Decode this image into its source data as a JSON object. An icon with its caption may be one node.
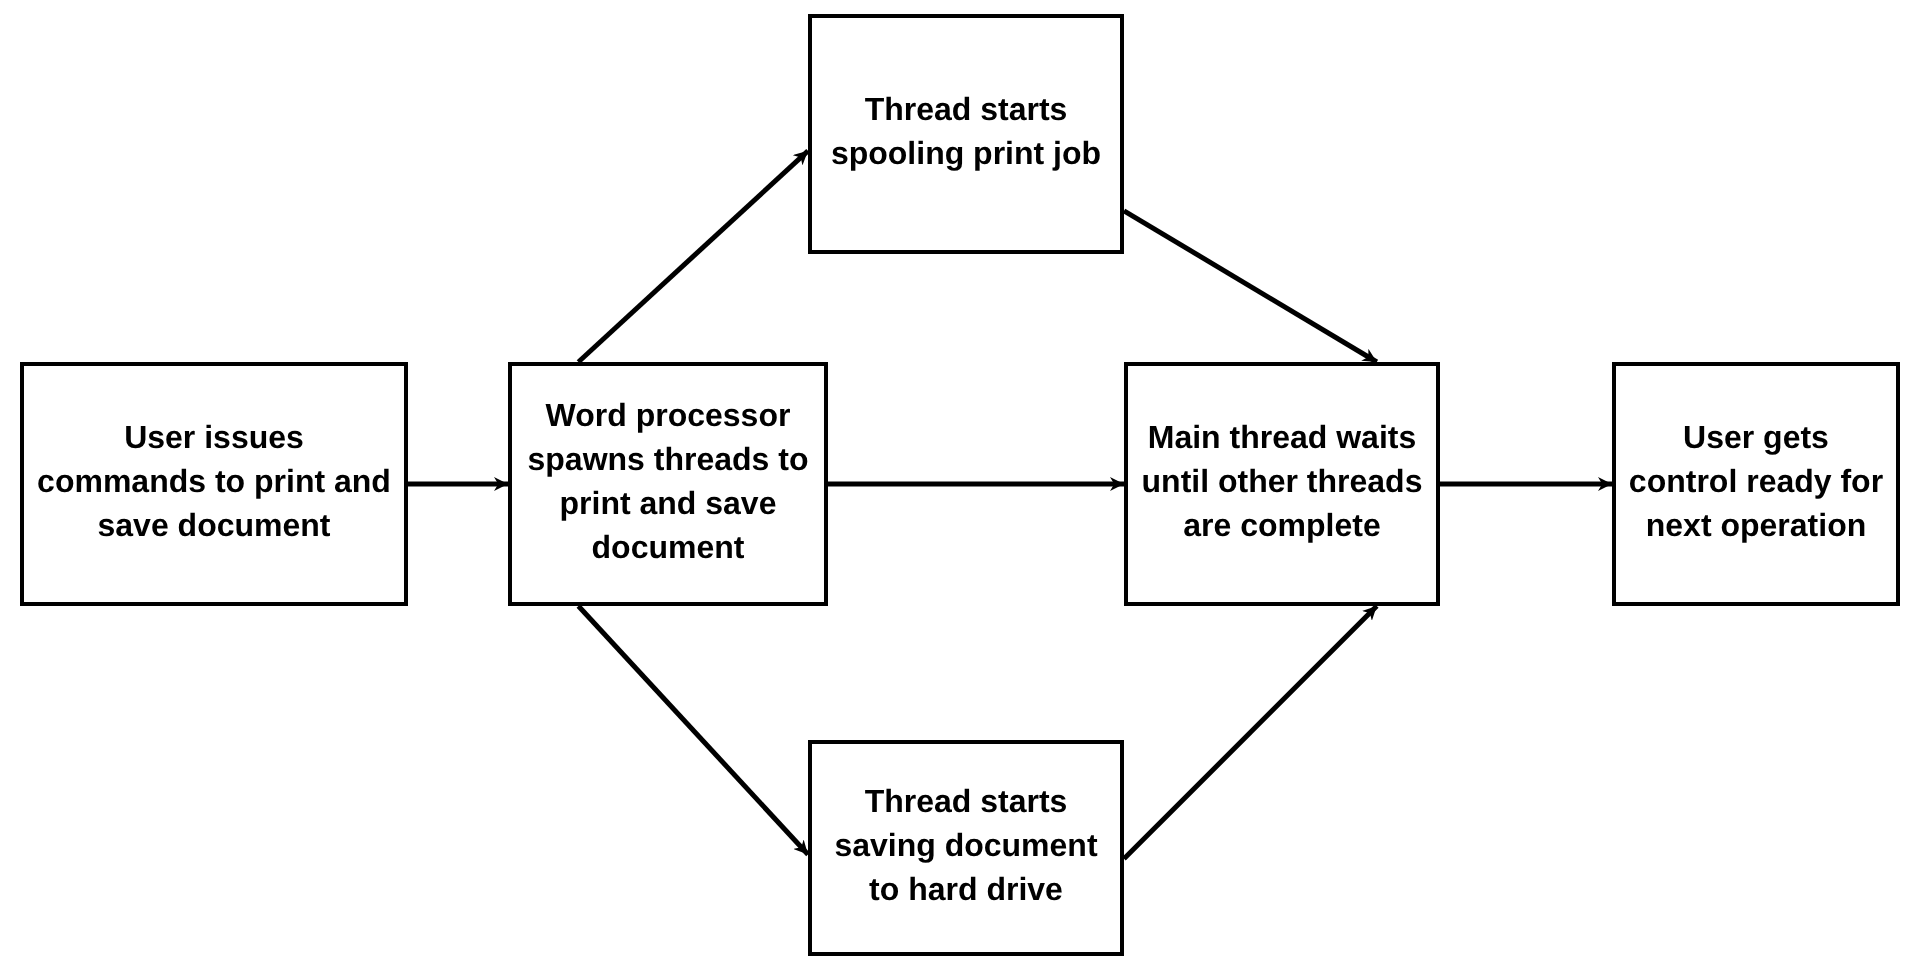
{
  "diagram": {
    "nodes": [
      {
        "text": [
          "User issues commands to print and save document"
        ]
      },
      {
        "text": [
          "Word processor spawns threads to print and save document"
        ]
      },
      {
        "text": [
          "Thread starts spooling print job"
        ]
      },
      {
        "text": [
          "Main thread waits until other threads are complete"
        ]
      },
      {
        "text": [
          "User gets control ready for next operation"
        ]
      },
      {
        "text": [
          "Thread starts saving document to hard drive"
        ]
      }
    ],
    "edges": [
      {
        "from": 0,
        "to": 1,
        "arrow": "to"
      },
      {
        "from": 1,
        "to": 2,
        "arrow": "to"
      },
      {
        "from": 1,
        "to": 3,
        "arrow": "to"
      },
      {
        "from": 1,
        "to": 5,
        "arrow": "to"
      },
      {
        "from": 2,
        "to": 3,
        "arrow": "to"
      },
      {
        "from": 5,
        "to": 3,
        "arrow": "to"
      },
      {
        "from": 3,
        "to": 4,
        "arrow": "to"
      }
    ]
  }
}
